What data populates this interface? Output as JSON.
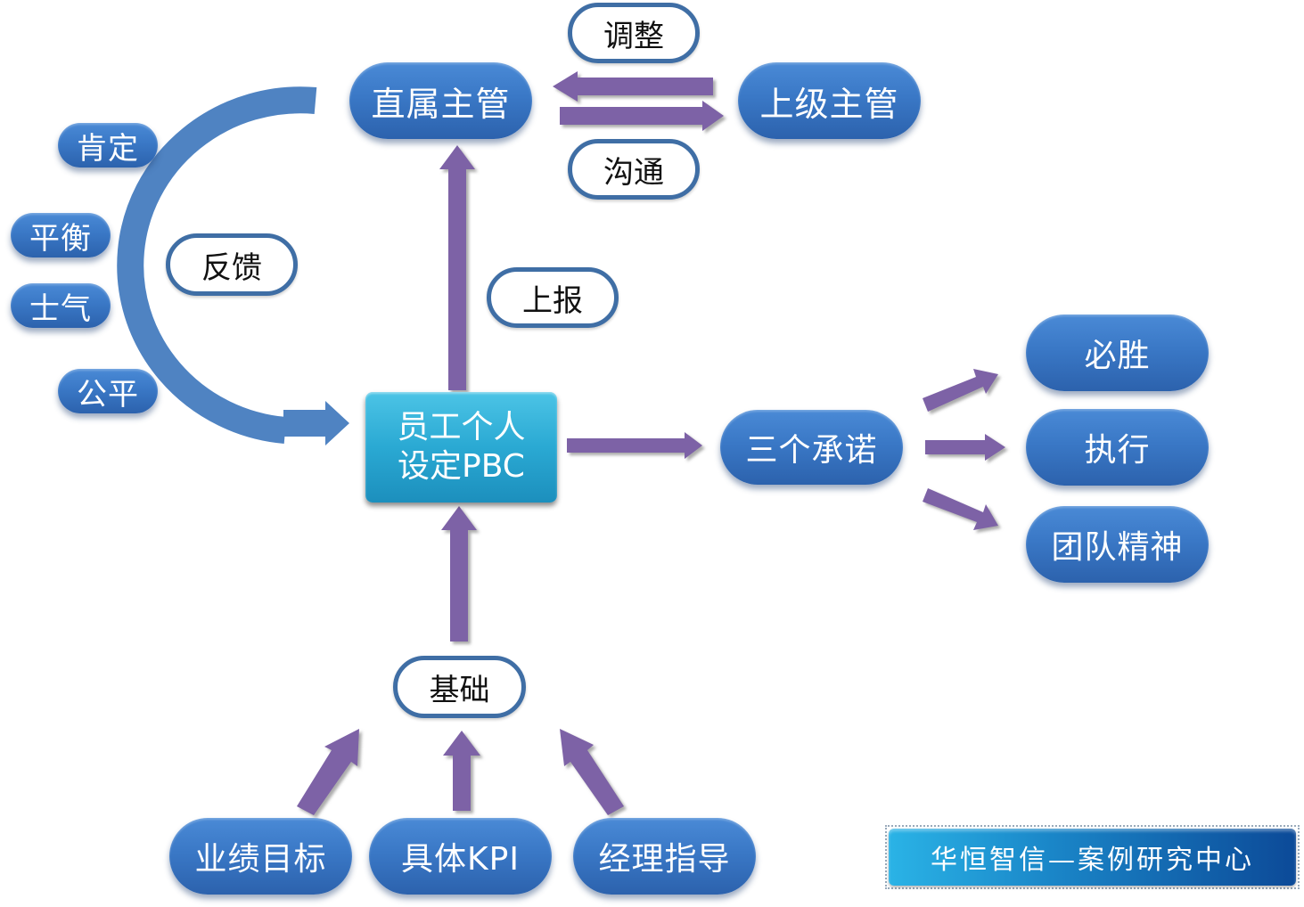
{
  "diagram": {
    "center": {
      "line1": "员工个人",
      "line2": "设定PBC"
    },
    "supervisor": "直属主管",
    "senior_supervisor": "上级主管",
    "adjust_label": "调整",
    "communicate_label": "沟通",
    "report_label": "上报",
    "feedback_label": "反馈",
    "feedback_values": [
      "肯定",
      "平衡",
      "士气",
      "公平"
    ],
    "commitments": {
      "title": "三个承诺",
      "items": [
        "必胜",
        "执行",
        "团队精神"
      ]
    },
    "foundation_label": "基础",
    "foundation_sources": [
      "业绩目标",
      "具体KPI",
      "经理指导"
    ]
  },
  "banner": {
    "text": "华恒智信—案例研究中心"
  },
  "colors": {
    "pill_blue": "#3a78c6",
    "arrow_purple": "#7d62a6",
    "arc_blue": "#4f83c2",
    "outline_border": "#3f6ea5",
    "center_box": "#2aa9d3"
  }
}
